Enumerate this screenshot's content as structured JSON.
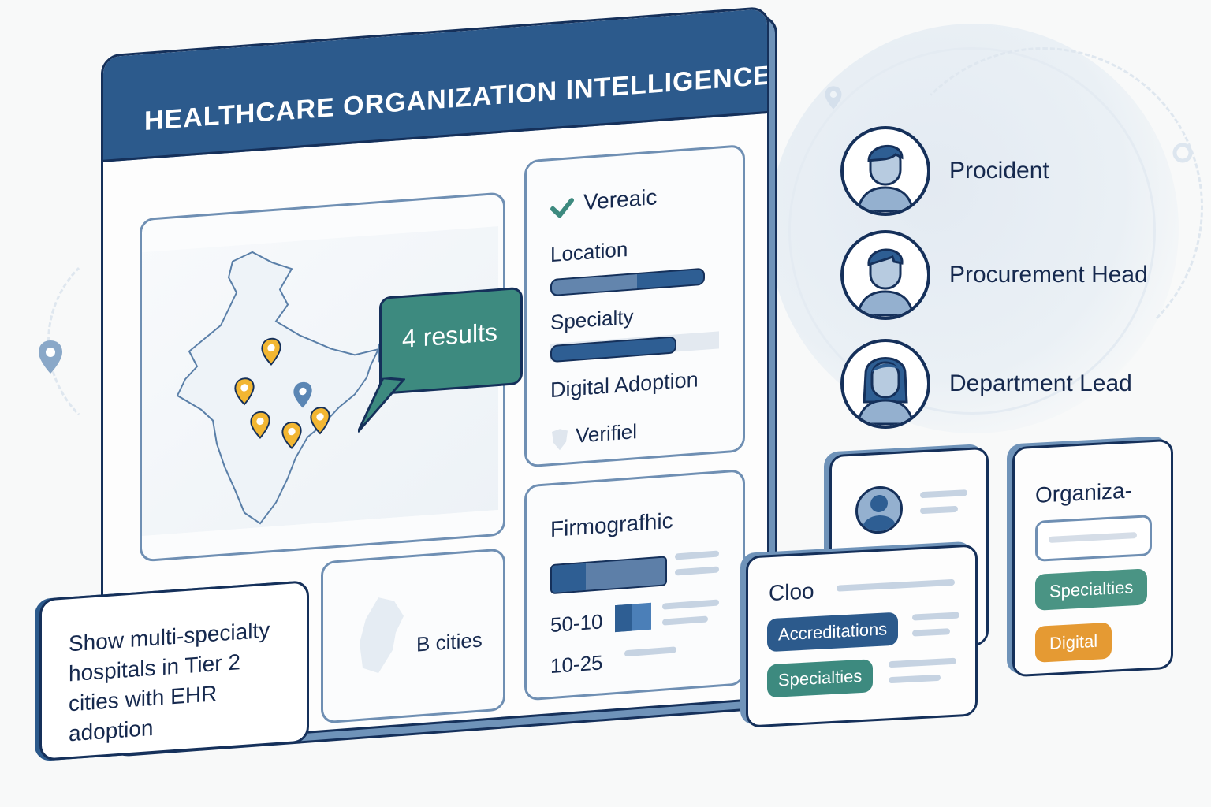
{
  "app": {
    "title": "HEALTHCARE ORGANIZATION INTELLIGENCE",
    "colors": {
      "primary": "#2c5a8c",
      "dark": "#15305a",
      "teal": "#3d8a7f",
      "amber": "#e59a33",
      "pin_yellow": "#f2b632",
      "panel_border": "#6f8fb3"
    }
  },
  "map_panel": {
    "region": "India",
    "results_bubble": "4 results",
    "pins": [
      {
        "color": "yellow",
        "icon": "map-pin"
      },
      {
        "color": "yellow",
        "icon": "map-pin"
      },
      {
        "color": "blue",
        "icon": "map-pin"
      },
      {
        "color": "yellow",
        "icon": "map-pin"
      },
      {
        "color": "yellow",
        "icon": "map-pin"
      },
      {
        "color": "yellow",
        "icon": "map-pin"
      }
    ]
  },
  "filter_panel": {
    "header": "Vereaic",
    "header_icon": "check-icon",
    "filters": [
      {
        "label": "Location",
        "fill_pct": 100
      },
      {
        "label": "Specialty",
        "fill_pct": 73
      },
      {
        "label": "Digital Adoption"
      }
    ],
    "verified_label": "Verifiel",
    "verified_icon": "shield-icon"
  },
  "firmographic_panel": {
    "title": "Firmografhic",
    "rows": [
      {
        "label": "",
        "bar": "wide"
      },
      {
        "label": "50-10",
        "bar": "small"
      },
      {
        "label": "10-25",
        "bar": "none"
      }
    ]
  },
  "cities_panel": {
    "label": "B cities"
  },
  "query_card": {
    "text_lines": [
      "Show multi-specialty",
      "hospitals in Tier 2",
      "cities with EHR adoption"
    ]
  },
  "personas": [
    {
      "label": "Procident",
      "avatar": "male"
    },
    {
      "label": "Procurement Head",
      "avatar": "male"
    },
    {
      "label": "Department Lead",
      "avatar": "female"
    }
  ],
  "contact_card": {
    "avatar": "user-avatar"
  },
  "org_detail_card": {
    "title": "Cloo",
    "chips": [
      {
        "label": "Accreditations",
        "color": "#2c5a8c"
      },
      {
        "label": "Specialties",
        "color": "#3d8a7f"
      }
    ]
  },
  "org_card": {
    "title": "Organiza-",
    "chips": [
      {
        "label": "Specialties",
        "color": "#4a9484"
      },
      {
        "label": "Digital",
        "color": "#e59a33"
      }
    ]
  }
}
